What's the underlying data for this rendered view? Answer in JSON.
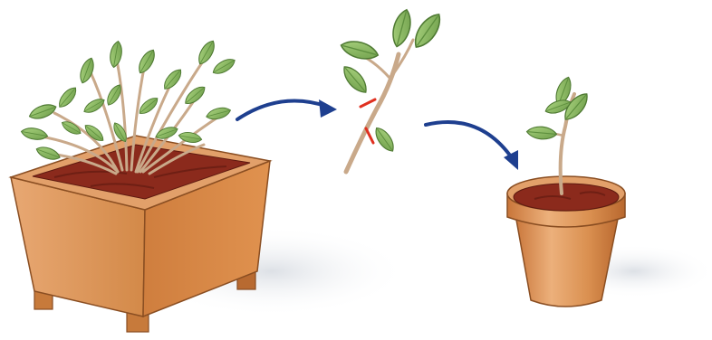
{
  "steps": [
    {
      "subject": "mother-plant-in-square-planter"
    },
    {
      "subject": "cutting-with-cut-marks"
    },
    {
      "subject": "rooted-cutting-in-round-pot"
    }
  ],
  "arrows": 2,
  "colors": {
    "pot_orange": "#D9894A",
    "pot_light": "#E9A870",
    "pot_dark": "#B86A31",
    "soil": "#8B2A1C",
    "soil_dark": "#6E1F14",
    "leaf": "#8FC06A",
    "leaf_dark": "#5E8F3E",
    "stem": "#C9A98A",
    "arrow": "#1E3F8F",
    "cut_mark": "#E03020"
  },
  "icons": {
    "arrow_1": "curved-arrow-right-icon",
    "arrow_2": "curved-arrow-down-right-icon",
    "cut_mark": "cut-line-icon"
  }
}
